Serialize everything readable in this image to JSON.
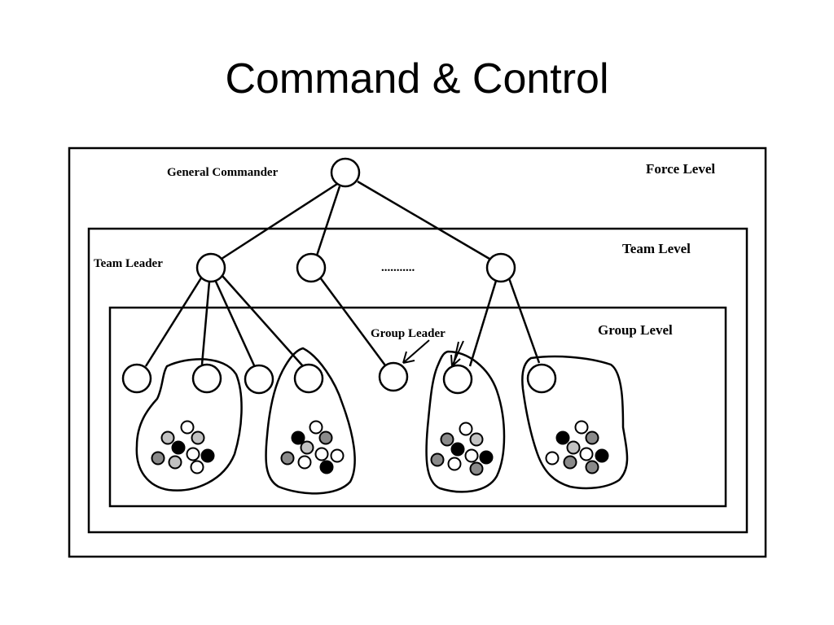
{
  "slide": {
    "title": "Command & Control"
  },
  "diagram": {
    "levels": {
      "force": "Force Level",
      "team": "Team Level",
      "group": "Group Level"
    },
    "labels": {
      "general_commander": "General Commander",
      "team_leader": "Team Leader",
      "group_leader": "Group Leader",
      "ellipsis": "..........."
    },
    "colors": {
      "stroke": "#000000",
      "black_member": "#000000",
      "gray_member": "#8a8a8a",
      "light_member": "#c2c2c2",
      "white_member": "#ffffff"
    }
  }
}
